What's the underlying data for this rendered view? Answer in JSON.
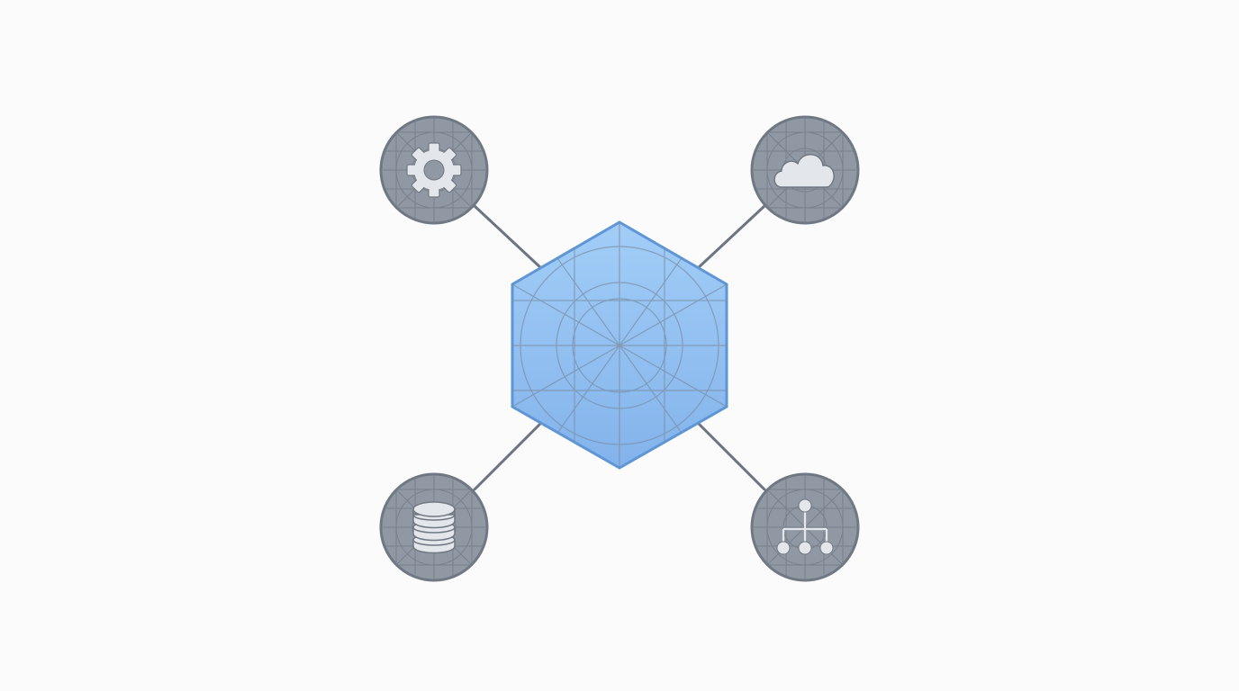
{
  "diagram": {
    "hub": {
      "shape": "hexagon",
      "fill_top": "#a2cdf7",
      "fill_bottom": "#83b3eb",
      "stroke": "#5f96d6",
      "guide_color": "#7b8fa8"
    },
    "satellites": [
      {
        "id": "settings",
        "icon": "gear-icon"
      },
      {
        "id": "cloud",
        "icon": "cloud-icon"
      },
      {
        "id": "database",
        "icon": "database-icon"
      },
      {
        "id": "hierarchy",
        "icon": "hierarchy-icon"
      }
    ],
    "colors": {
      "background": "#fbfbfb",
      "connector": "#6b7480",
      "node_fill": "#8f98a3",
      "node_stroke": "#6f7883",
      "node_guides": "#78818c",
      "icon_fill": "#e3e6ea",
      "icon_stroke": "#6f7883"
    }
  }
}
